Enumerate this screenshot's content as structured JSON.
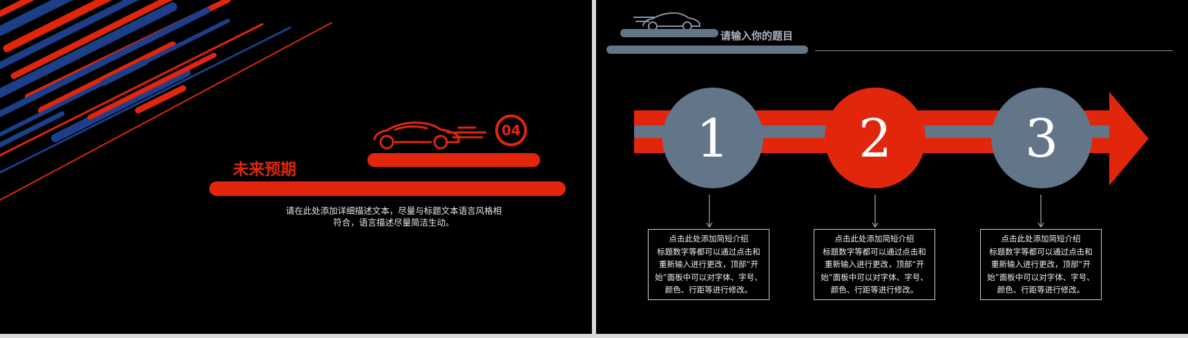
{
  "left_slide": {
    "section_number": "04",
    "section_title": "未来预期",
    "description_line1": "请在此处添加详细描述文本，尽量与标题文本语言风格相",
    "description_line2": "符合，语言描述尽量简洁生动。",
    "icons": {
      "car": "car-icon"
    }
  },
  "right_slide": {
    "heading": "请输入你的题目",
    "icons": {
      "car": "car-icon",
      "arrow": "arrow-icon"
    },
    "colors": {
      "red": "#e2260c",
      "slate": "#627589"
    },
    "steps": [
      {
        "number": "1",
        "color": "#627589",
        "card_title": "点击此处添加简短介绍",
        "card_lines": [
          "标题数字等都可以通过点击和",
          "重新输入进行更改，顶部“开",
          "始”面板中可以对字体、字号、",
          "颜色、行距等进行修改。"
        ]
      },
      {
        "number": "2",
        "color": "#e2260c",
        "card_title": "点击此处添加简短介绍",
        "card_lines": [
          "标题数字等都可以通过点击和",
          "重新输入进行更改，顶部“开",
          "始”面板中可以对字体、字号、",
          "颜色、行距等进行修改。"
        ]
      },
      {
        "number": "3",
        "color": "#627589",
        "card_title": "点击此处添加简短介绍",
        "card_lines": [
          "标题数字等都可以通过点击和",
          "重新输入进行更改，顶部“开",
          "始”面板中可以对字体、字号、",
          "颜色、行距等进行修改。"
        ]
      }
    ]
  }
}
